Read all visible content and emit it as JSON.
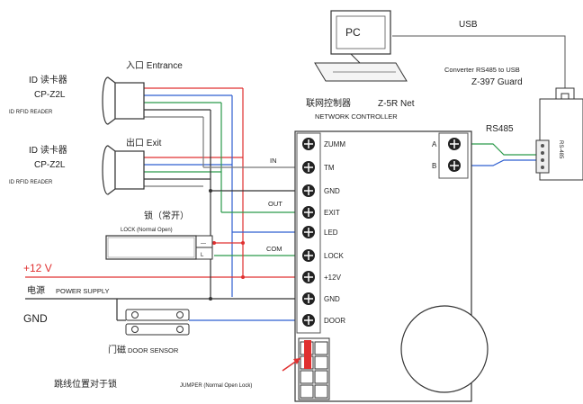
{
  "pc": {
    "label": "PC"
  },
  "usb": {
    "label": "USB"
  },
  "converter": {
    "title": "Converter RS485 to USB",
    "model": "Z-397 Guard",
    "port_label": "RS-485",
    "rs485_label": "RS485"
  },
  "controller": {
    "title_cn": "联网控制器",
    "model": "Z-5R Net",
    "subtitle": "NETWORK CONTROLLER",
    "terminals": [
      "ZUMM",
      "TM",
      "GND",
      "EXIT",
      "LED",
      "LOCK",
      "+12V",
      "GND",
      "DOOR"
    ],
    "rs485_terminals": [
      "A",
      "B"
    ]
  },
  "reader_entrance": {
    "title_cn": "ID 读卡器",
    "model": "CP-Z2L",
    "subtitle": "ID  RFID READER",
    "side_label": "入口 Entrance"
  },
  "reader_exit": {
    "title_cn": "ID 读卡器",
    "model": "CP-Z2L",
    "subtitle": "ID  RFID READER",
    "side_label": "出口  Exit"
  },
  "lock": {
    "title_cn": "锁（常开）",
    "subtitle": "LOCK  (Normal Open)"
  },
  "wires": {
    "in": "IN",
    "out": "OUT",
    "com": "COM"
  },
  "power": {
    "voltage": "+12 V",
    "label_cn": "电源",
    "label_en": "POWER SUPPLY",
    "gnd": "GND"
  },
  "door_sensor": {
    "label_cn": "门磁",
    "label_en": "DOOR SENSOR"
  },
  "jumper": {
    "label_cn": "跳线位置对于锁",
    "label_en": "JUMPER  (Normal Open Lock)"
  },
  "colors": {
    "red": "#e03030",
    "blue": "#2f5fd0",
    "green": "#2a9a4a",
    "gray": "#777777",
    "black": "#333333"
  }
}
